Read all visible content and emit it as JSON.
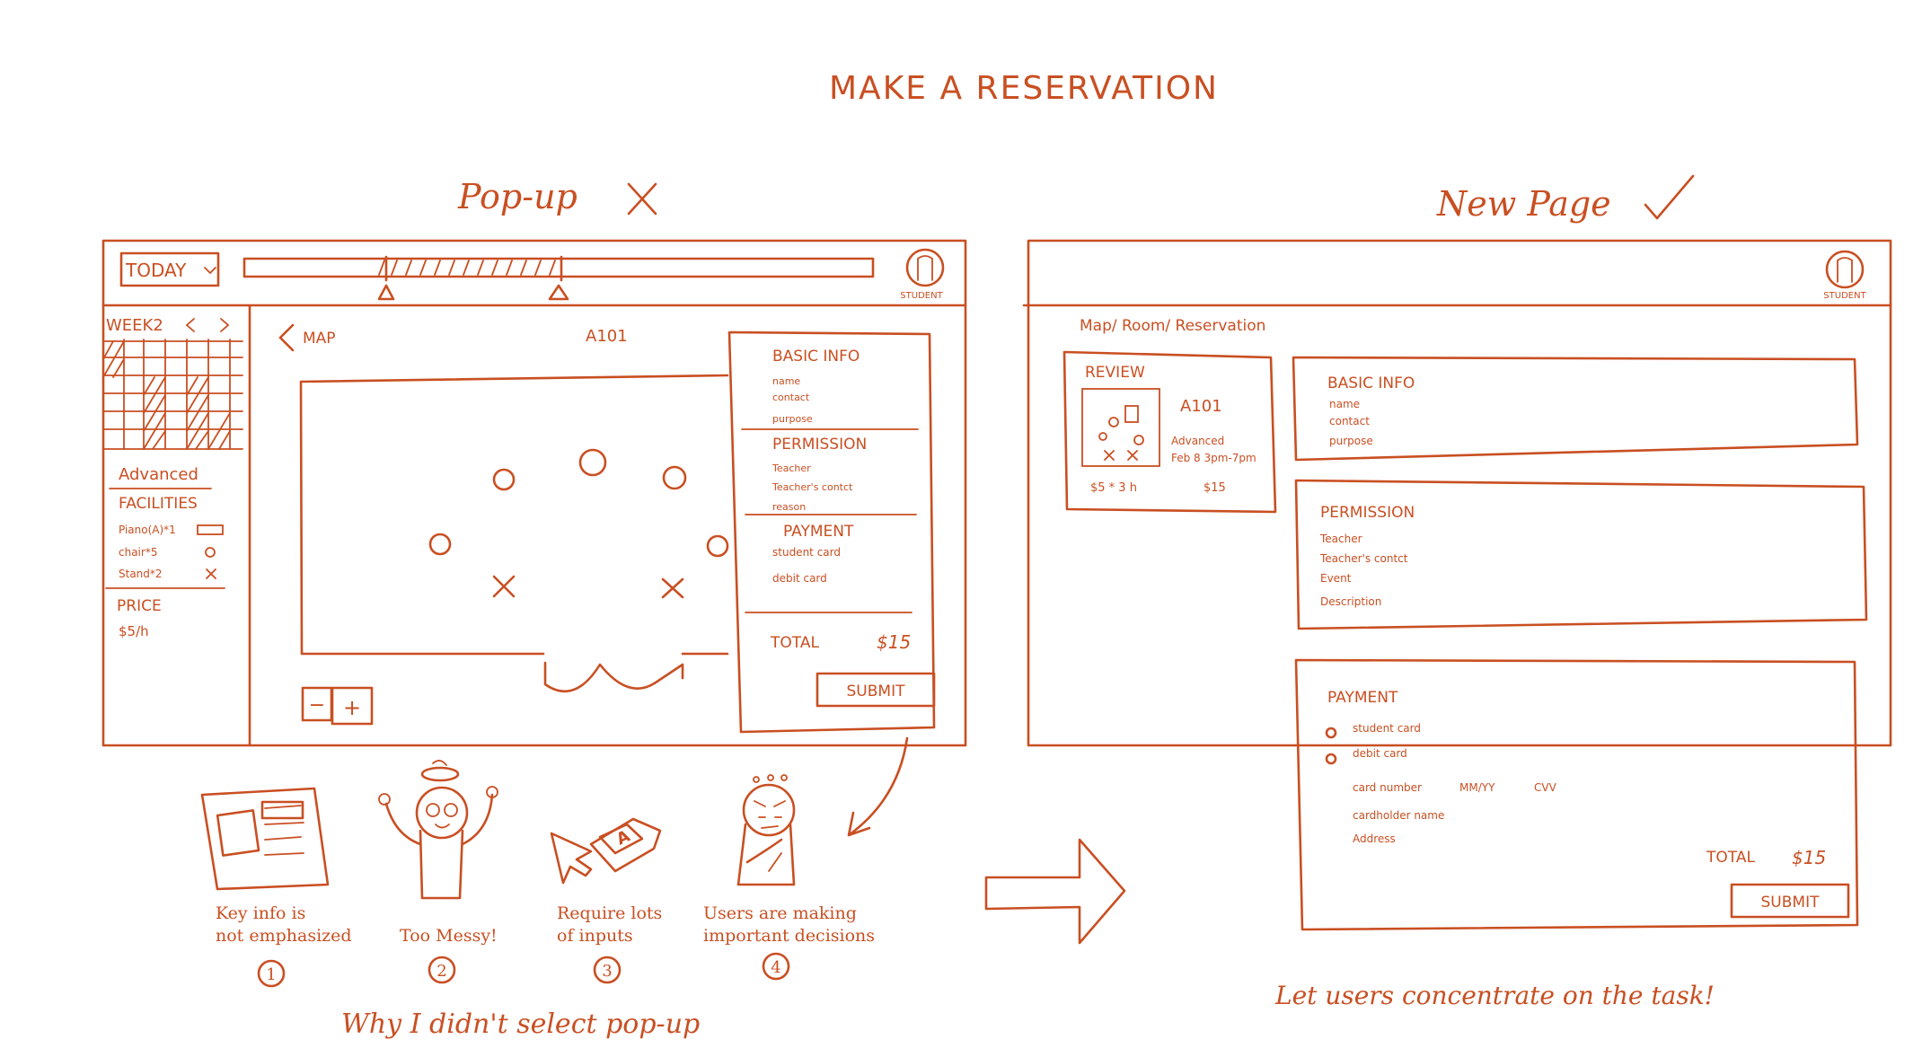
{
  "title": "MAKE A RESERVATION",
  "colors": {
    "ink": "#c94f22",
    "background": "#ffffff"
  },
  "popup": {
    "heading": "Pop-up",
    "verdict_icon": "cross-mark-icon",
    "top_bar": {
      "today_button": "TODAY",
      "profile_caption": "STUDENT"
    },
    "sidebar": {
      "week_label": "WEEK2",
      "prev_icon": "chevron-left-icon",
      "next_icon": "chevron-right-icon",
      "advanced_label": "Advanced",
      "facilities_label": "FACILITIES",
      "facilities": [
        "Piano(A)*1",
        "chair*5",
        "Stand*2"
      ],
      "price_label": "PRICE",
      "price_value": "$5/h"
    },
    "map": {
      "back_label": "MAP",
      "room_name": "A101",
      "zoom_out": "−",
      "zoom_in": "+"
    },
    "panel": {
      "basic_info_title": "BASIC INFO",
      "basic_info_fields": [
        "name",
        "contact",
        "purpose"
      ],
      "permission_title": "PERMISSION",
      "permission_fields": [
        "Teacher",
        "Teacher's contct",
        "reason"
      ],
      "payment_title": "PAYMENT",
      "payment_fields": [
        "student card",
        "debit card"
      ],
      "total_label": "TOTAL",
      "total_value": "$15",
      "submit_label": "SUBMIT"
    }
  },
  "reasons": {
    "items": [
      {
        "text_line1": "Key info is",
        "text_line2": "not emphasized",
        "number": "1"
      },
      {
        "text_line1": "Too Messy!",
        "text_line2": "",
        "number": "2"
      },
      {
        "text_line1": "Require lots",
        "text_line2": "of inputs",
        "number": "3"
      },
      {
        "text_line1": "Users are making",
        "text_line2": "important decisions",
        "number": "4"
      }
    ],
    "caption": "Why I didn't select pop-up"
  },
  "newpage": {
    "heading": "New Page",
    "verdict_icon": "check-mark-icon",
    "profile_caption": "STUDENT",
    "breadcrumb": "Map/ Room/ Reservation",
    "review": {
      "title": "REVIEW",
      "room": "A101",
      "detail1": "Advanced",
      "detail2": "Feb 8  3pm-7pm",
      "price_calc": "$5 * 3 h",
      "price_total": "$15"
    },
    "basic_info": {
      "title": "BASIC INFO",
      "fields": [
        "name",
        "contact",
        "purpose"
      ]
    },
    "permission": {
      "title": "PERMISSION",
      "fields": [
        "Teacher",
        "Teacher's contct",
        "Event",
        "Description"
      ]
    },
    "payment": {
      "title": "PAYMENT",
      "options": [
        "student card",
        "debit card"
      ],
      "card_number": "card number",
      "mm_yy": "MM/YY",
      "cvv": "CVV",
      "cardholder": "cardholder name",
      "address": "Address",
      "total_label": "TOTAL",
      "total_value": "$15",
      "submit_label": "SUBMIT"
    },
    "caption": "Let users concentrate on the task!"
  }
}
